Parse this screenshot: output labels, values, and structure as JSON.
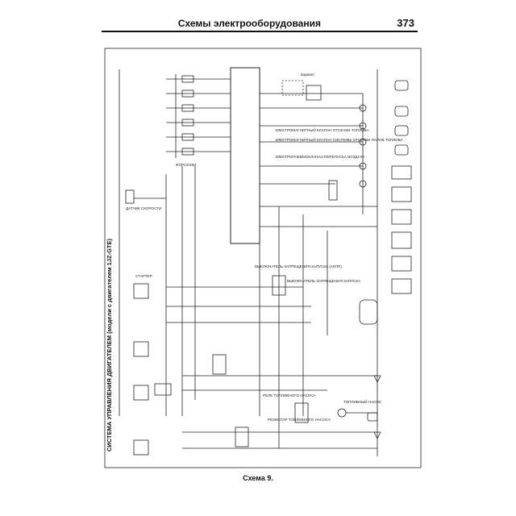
{
  "header": {
    "title": "Схемы электрооборудования",
    "page_number": "373"
  },
  "side_title": "СИСТЕМА УПРАВЛЕНИЯ ДВИГАТЕЛЕМ (модели с двигателем 1JZ-GTE)",
  "caption": "Схема 9.",
  "labels": {
    "speed_sensor": "ДАТЧИК СКОРОСТИ",
    "fuel_cutoff_1": "ЭЛЕКТРОМАГНИТНЫЙ КЛАПАН ОТСЕЧКИ ТОПЛИВА",
    "fuel_cutoff_2": "ЭЛЕКТРОМАГНИТНЫЙ КЛАПАН СИСТЕМЫ ОТСЕЧКИ ПАРОВ ТОПЛИВА",
    "air_bypass": "ЭЛЕКТРОПНЕВМОКЛАПАН ПЕРЕПУСКА ВОЗДУХА",
    "injectors": "ФОРСУНКИ",
    "starter_switch": "ВЫКЛЮЧАТЕЛЬ ЗАПРЕЩЕНИЯ ЗАПУСКА (АКПП)",
    "starter_switch_2": "ВЫКЛЮЧАТЕЛЬ ЗАПРЕЩЕНИЯ ЗАПУСКА",
    "starter": "СТАРТЕР",
    "fuel_pump_relay": "РЕЛЕ ТОПЛИВНОГО НАСОСА",
    "fuel_pump_resistor": "РЕЗИСТОР ТОПЛИВНОГО НАСОСА",
    "fuel_pump": "ТОПЛИВНЫЙ НАСОС",
    "variable": "вариант"
  }
}
